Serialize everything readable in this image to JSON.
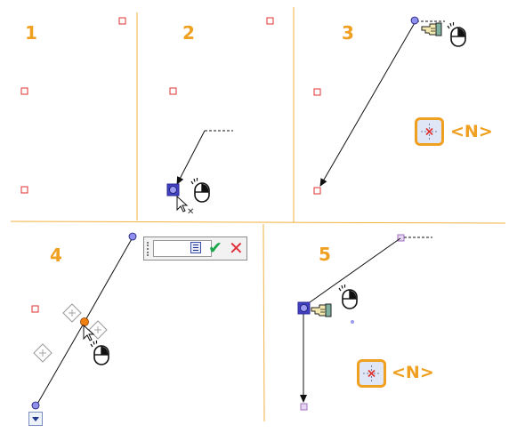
{
  "panels": [
    {
      "number": "1"
    },
    {
      "number": "2"
    },
    {
      "number": "3"
    },
    {
      "number": "4"
    },
    {
      "number": "5"
    }
  ],
  "shortcut_hints": [
    {
      "key_label": "<N>"
    },
    {
      "key_label": "<N>"
    }
  ],
  "colors": {
    "accent": "#f0a020",
    "divider": "#f0b040",
    "point_marker": "#e03030",
    "selected_point": "#7070e0",
    "active_point": "#f08010",
    "confirm": "#1aa54a",
    "cancel": "#e0303a"
  },
  "icons": {
    "mouse": "mouse-icon",
    "pointer": "mouse-pointer-icon",
    "hand": "pointing-hand-icon",
    "snap": "snap-point-icon",
    "list": "list-icon",
    "confirm": "checkmark-icon",
    "cancel": "close-icon",
    "dropdown": "chevron-down-icon"
  }
}
